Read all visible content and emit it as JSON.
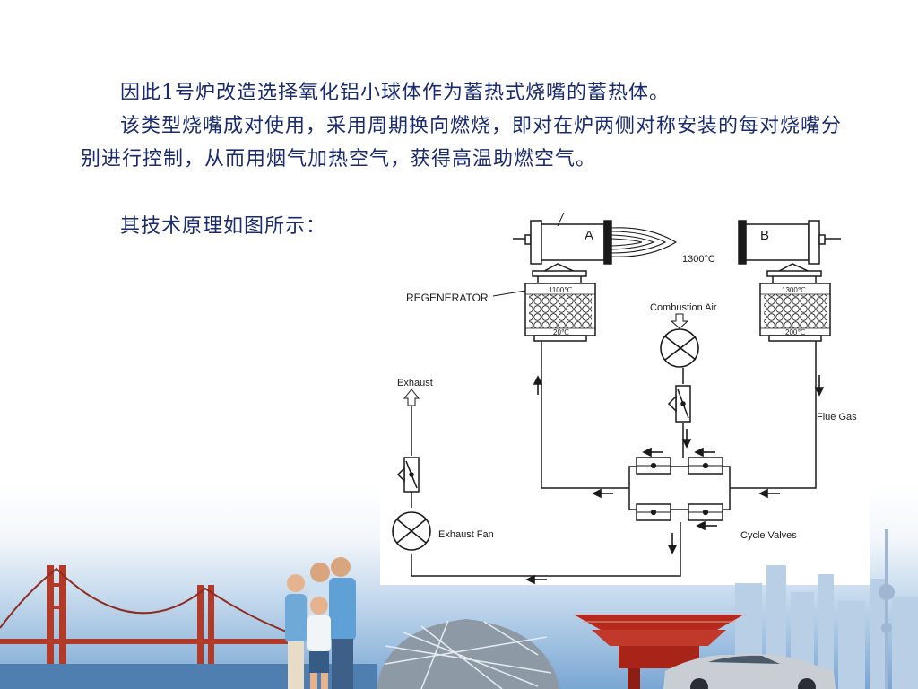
{
  "paragraphs": {
    "p1": "因此1号炉改造选择氧化铝小球体作为蓄热式烧嘴的蓄热体。",
    "p2": "该类型烧嘴成对使用，采用周期换向燃烧，即对在炉两侧对称安装的每对烧嘴分别进行控制，从而用烟气加热空气，获得高温助燃空气。",
    "p3": "其技术原理如图所示："
  },
  "diagram": {
    "burner_a": "A",
    "burner_b": "B",
    "flame_temp": "1300°C",
    "regenerator_label": "REGENERATOR",
    "regen_a_top": "1100℃",
    "regen_a_bottom": "20℃",
    "regen_b_top": "1300℃",
    "regen_b_bottom": "200℃",
    "combustion_air": "Combustion Air",
    "exhaust": "Exhaust",
    "flue_gas": "Flue Gas",
    "exhaust_fan": "Exhaust Fan",
    "cycle_valves": "Cycle Valves"
  },
  "colors": {
    "text": "#1a2a6e",
    "line": "#1a1a1a",
    "sky": "#9dbfe0",
    "pavilion": "#c0392b",
    "bridge": "#c0392b"
  }
}
